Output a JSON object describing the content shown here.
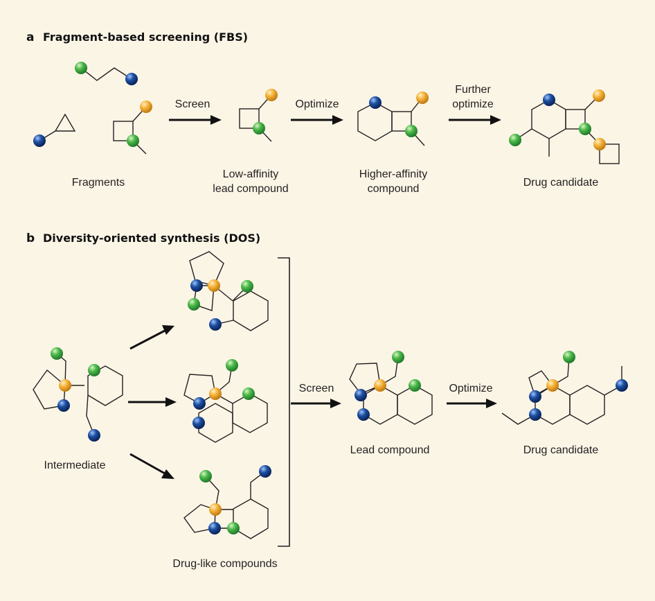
{
  "panel_a": {
    "letter": "a",
    "title": "Fragment-based screening (FBS)",
    "labels": {
      "fragments": "Fragments",
      "screen": "Screen",
      "lead_line1": "Low-affinity",
      "lead_line2": "lead compound",
      "optimize": "Optimize",
      "higher_line1": "Higher-affinity",
      "higher_line2": "compound",
      "further_line1": "Further",
      "further_line2": "optimize",
      "drug": "Drug candidate"
    }
  },
  "panel_b": {
    "letter": "b",
    "title": "Diversity-oriented synthesis (DOS)",
    "labels": {
      "intermediate": "Intermediate",
      "druglike": "Drug-like compounds",
      "screen": "Screen",
      "lead": "Lead compound",
      "optimize": "Optimize",
      "drug": "Drug candidate"
    }
  },
  "colors": {
    "background": "#fbf5e6",
    "atom_green": "#4cb848",
    "atom_blue": "#1c4fa0",
    "atom_orange": "#f6b33a",
    "bond": "#231f20"
  }
}
